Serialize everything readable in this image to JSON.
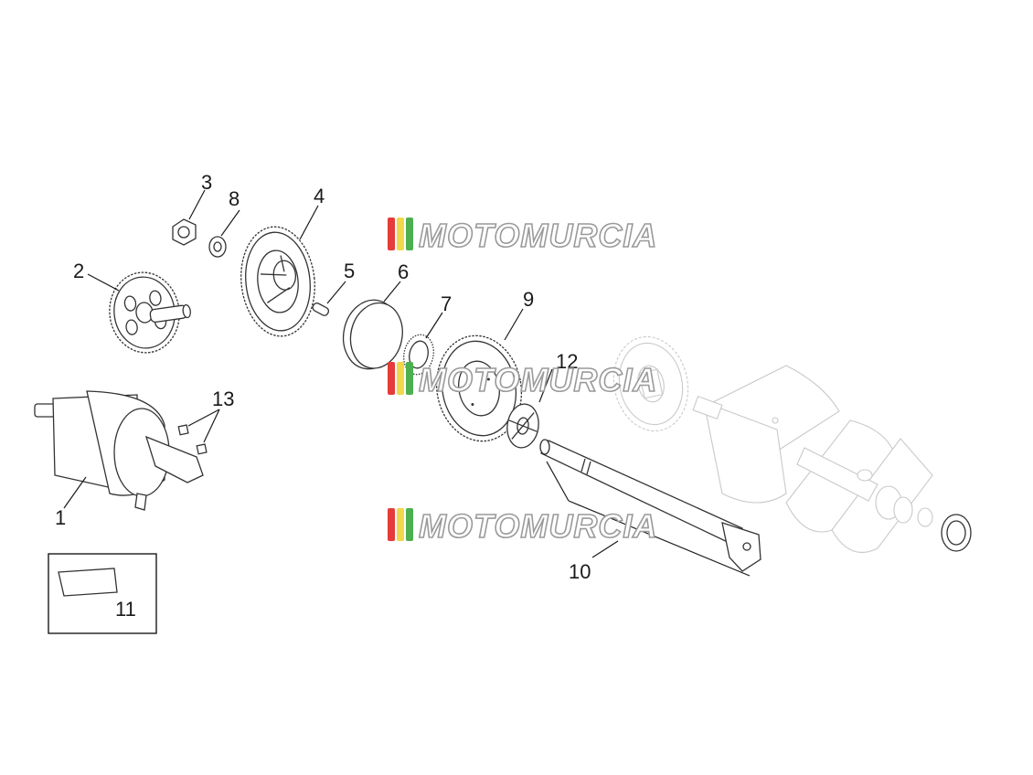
{
  "diagram": {
    "callouts": [
      "1",
      "2",
      "3",
      "4",
      "5",
      "6",
      "7",
      "8",
      "9",
      "10",
      "11",
      "12",
      "13"
    ],
    "watermark": "MOTOMURCIA",
    "watermark_colors": [
      "#e63b3b",
      "#f0d84a",
      "#4caf50"
    ],
    "inset_label": "11"
  }
}
